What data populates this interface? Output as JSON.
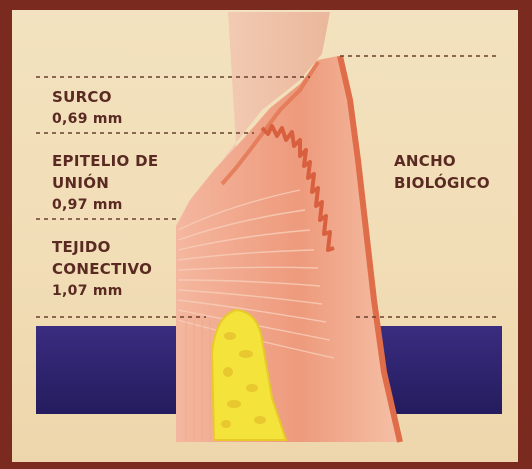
{
  "labels": {
    "surco_title": "SURCO",
    "surco_value": "0,69 mm",
    "epitelio_title_1": "EPITELIO DE",
    "epitelio_title_2": "UNIÓN",
    "epitelio_value": "0,97 mm",
    "tejido_title_1": "TEJIDO",
    "tejido_title_2": "CONECTIVO",
    "tejido_value": "1,07 mm",
    "ancho_1": "ANCHO",
    "ancho_2": "BIOLÓGICO"
  },
  "colors": {
    "frame": "#7a2a1f",
    "background": "#f2e0bb",
    "gingiva": "#f1a48a",
    "gingiva_dark": "#e0734f",
    "tooth": "#f4cdb5",
    "bone": "#f4e63a",
    "band": "#2d2470",
    "text": "#5a2a22",
    "dashes": "#6a4030"
  }
}
